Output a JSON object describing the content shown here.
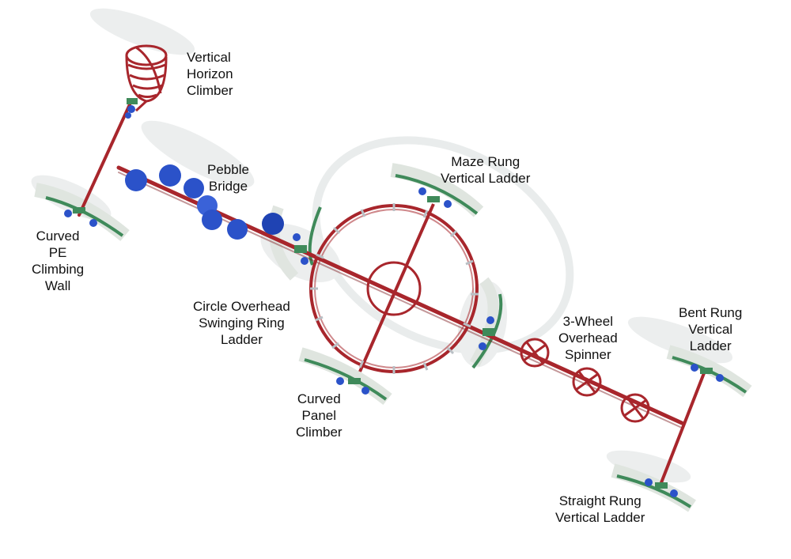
{
  "colors": {
    "frame": "#a8262c",
    "frame_dark": "#7d1a1f",
    "panel_green": "#3f8a5a",
    "connector_blue": "#2b52c9",
    "shadow": "#e3e6e6",
    "rung_gray": "#b9bfc4",
    "text": "#111111"
  },
  "labels": {
    "vertical_horizon_climber": [
      "Vertical",
      "Horizon",
      "Climber"
    ],
    "pebble_bridge": [
      "Pebble",
      "Bridge"
    ],
    "maze_rung_vertical_ladder": [
      "Maze Rung",
      "Vertical Ladder"
    ],
    "curved_pe_climbing_wall": [
      "Curved",
      "PE",
      "Climbing",
      "Wall"
    ],
    "circle_overhead_swinging_ring_ladder": [
      "Circle Overhead",
      "Swinging Ring",
      "Ladder"
    ],
    "three_wheel_overhead_spinner": [
      "3-Wheel",
      "Overhead",
      "Spinner"
    ],
    "bent_rung_vertical_ladder": [
      "Bent Rung",
      "Vertical",
      "Ladder"
    ],
    "curved_panel_climber": [
      "Curved",
      "Panel",
      "Climber"
    ],
    "straight_rung_vertical_ladder": [
      "Straight Rung",
      "Vertical Ladder"
    ]
  }
}
